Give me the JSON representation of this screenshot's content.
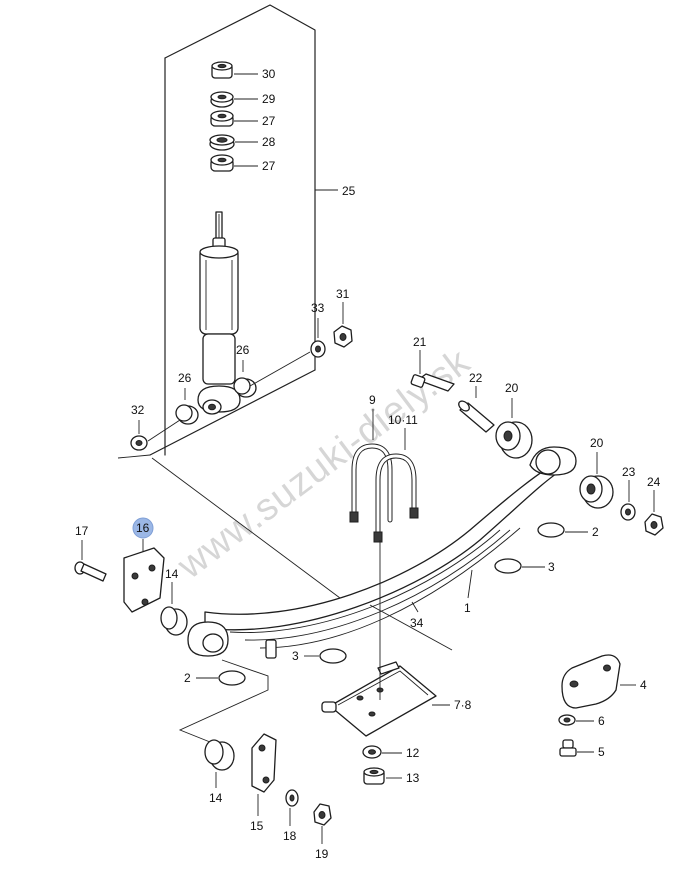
{
  "watermark": "www.suzuki-diely.sk",
  "highlight_color": "#9bb7e6",
  "labels": {
    "p30": "30",
    "p29": "29",
    "p27a": "27",
    "p28": "28",
    "p27b": "27",
    "p25": "25",
    "p33": "33",
    "p31": "31",
    "p26a": "26",
    "p26b": "26",
    "p32": "32",
    "p21": "21",
    "p22": "22",
    "p20a": "20",
    "p9": "9",
    "p1011": "10·11",
    "p20b": "20",
    "p23": "23",
    "p24": "24",
    "p17": "17",
    "p16": "16",
    "p14a": "14",
    "p2a": "2",
    "p3a": "3",
    "p1": "1",
    "p34": "34",
    "p3b": "3",
    "p2b": "2",
    "p78": "7·8",
    "p4": "4",
    "p6": "6",
    "p5": "5",
    "p12": "12",
    "p13": "13",
    "p14b": "14",
    "p15": "15",
    "p18": "18",
    "p19": "19"
  }
}
